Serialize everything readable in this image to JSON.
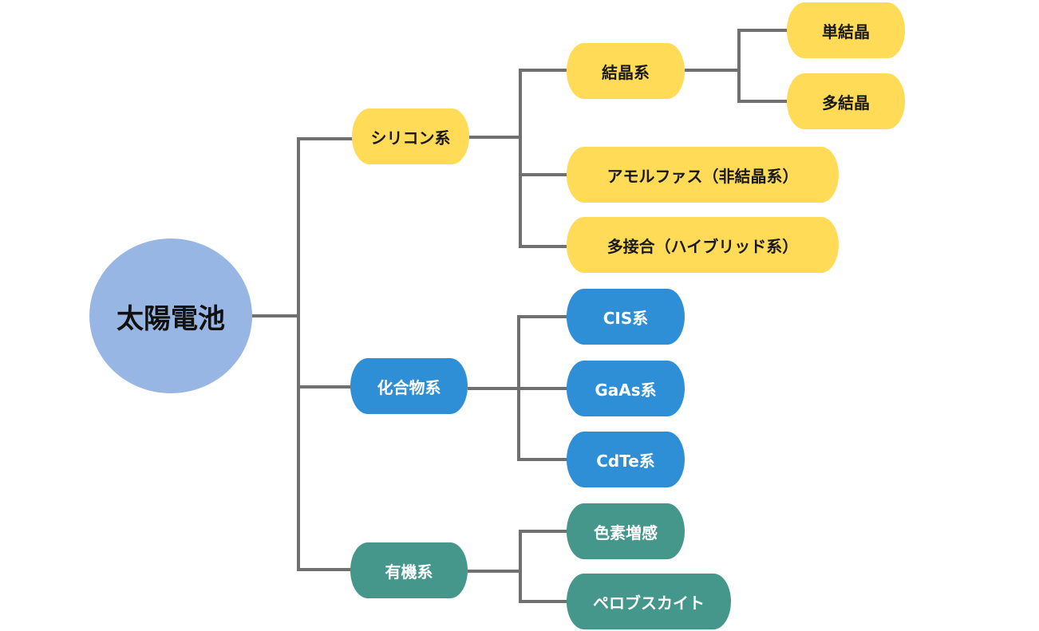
{
  "root": {
    "label": "太陽電池",
    "color": "#98b6e4"
  },
  "categories": [
    {
      "label": "シリコン系",
      "color": "#ffdb58",
      "children": [
        {
          "label": "結晶系",
          "children": [
            {
              "label": "単結晶"
            },
            {
              "label": "多結晶"
            }
          ]
        },
        {
          "label": "アモルファス（非結晶系）"
        },
        {
          "label": "多接合（ハイブリッド系）"
        }
      ]
    },
    {
      "label": "化合物系",
      "color": "#2f8fd6",
      "children": [
        {
          "label": "CIS系"
        },
        {
          "label": "GaAs系"
        },
        {
          "label": "CdTe系"
        }
      ]
    },
    {
      "label": "有機系",
      "color": "#44978a",
      "children": [
        {
          "label": "色素増感"
        },
        {
          "label": "ペロブスカイト"
        }
      ]
    }
  ]
}
